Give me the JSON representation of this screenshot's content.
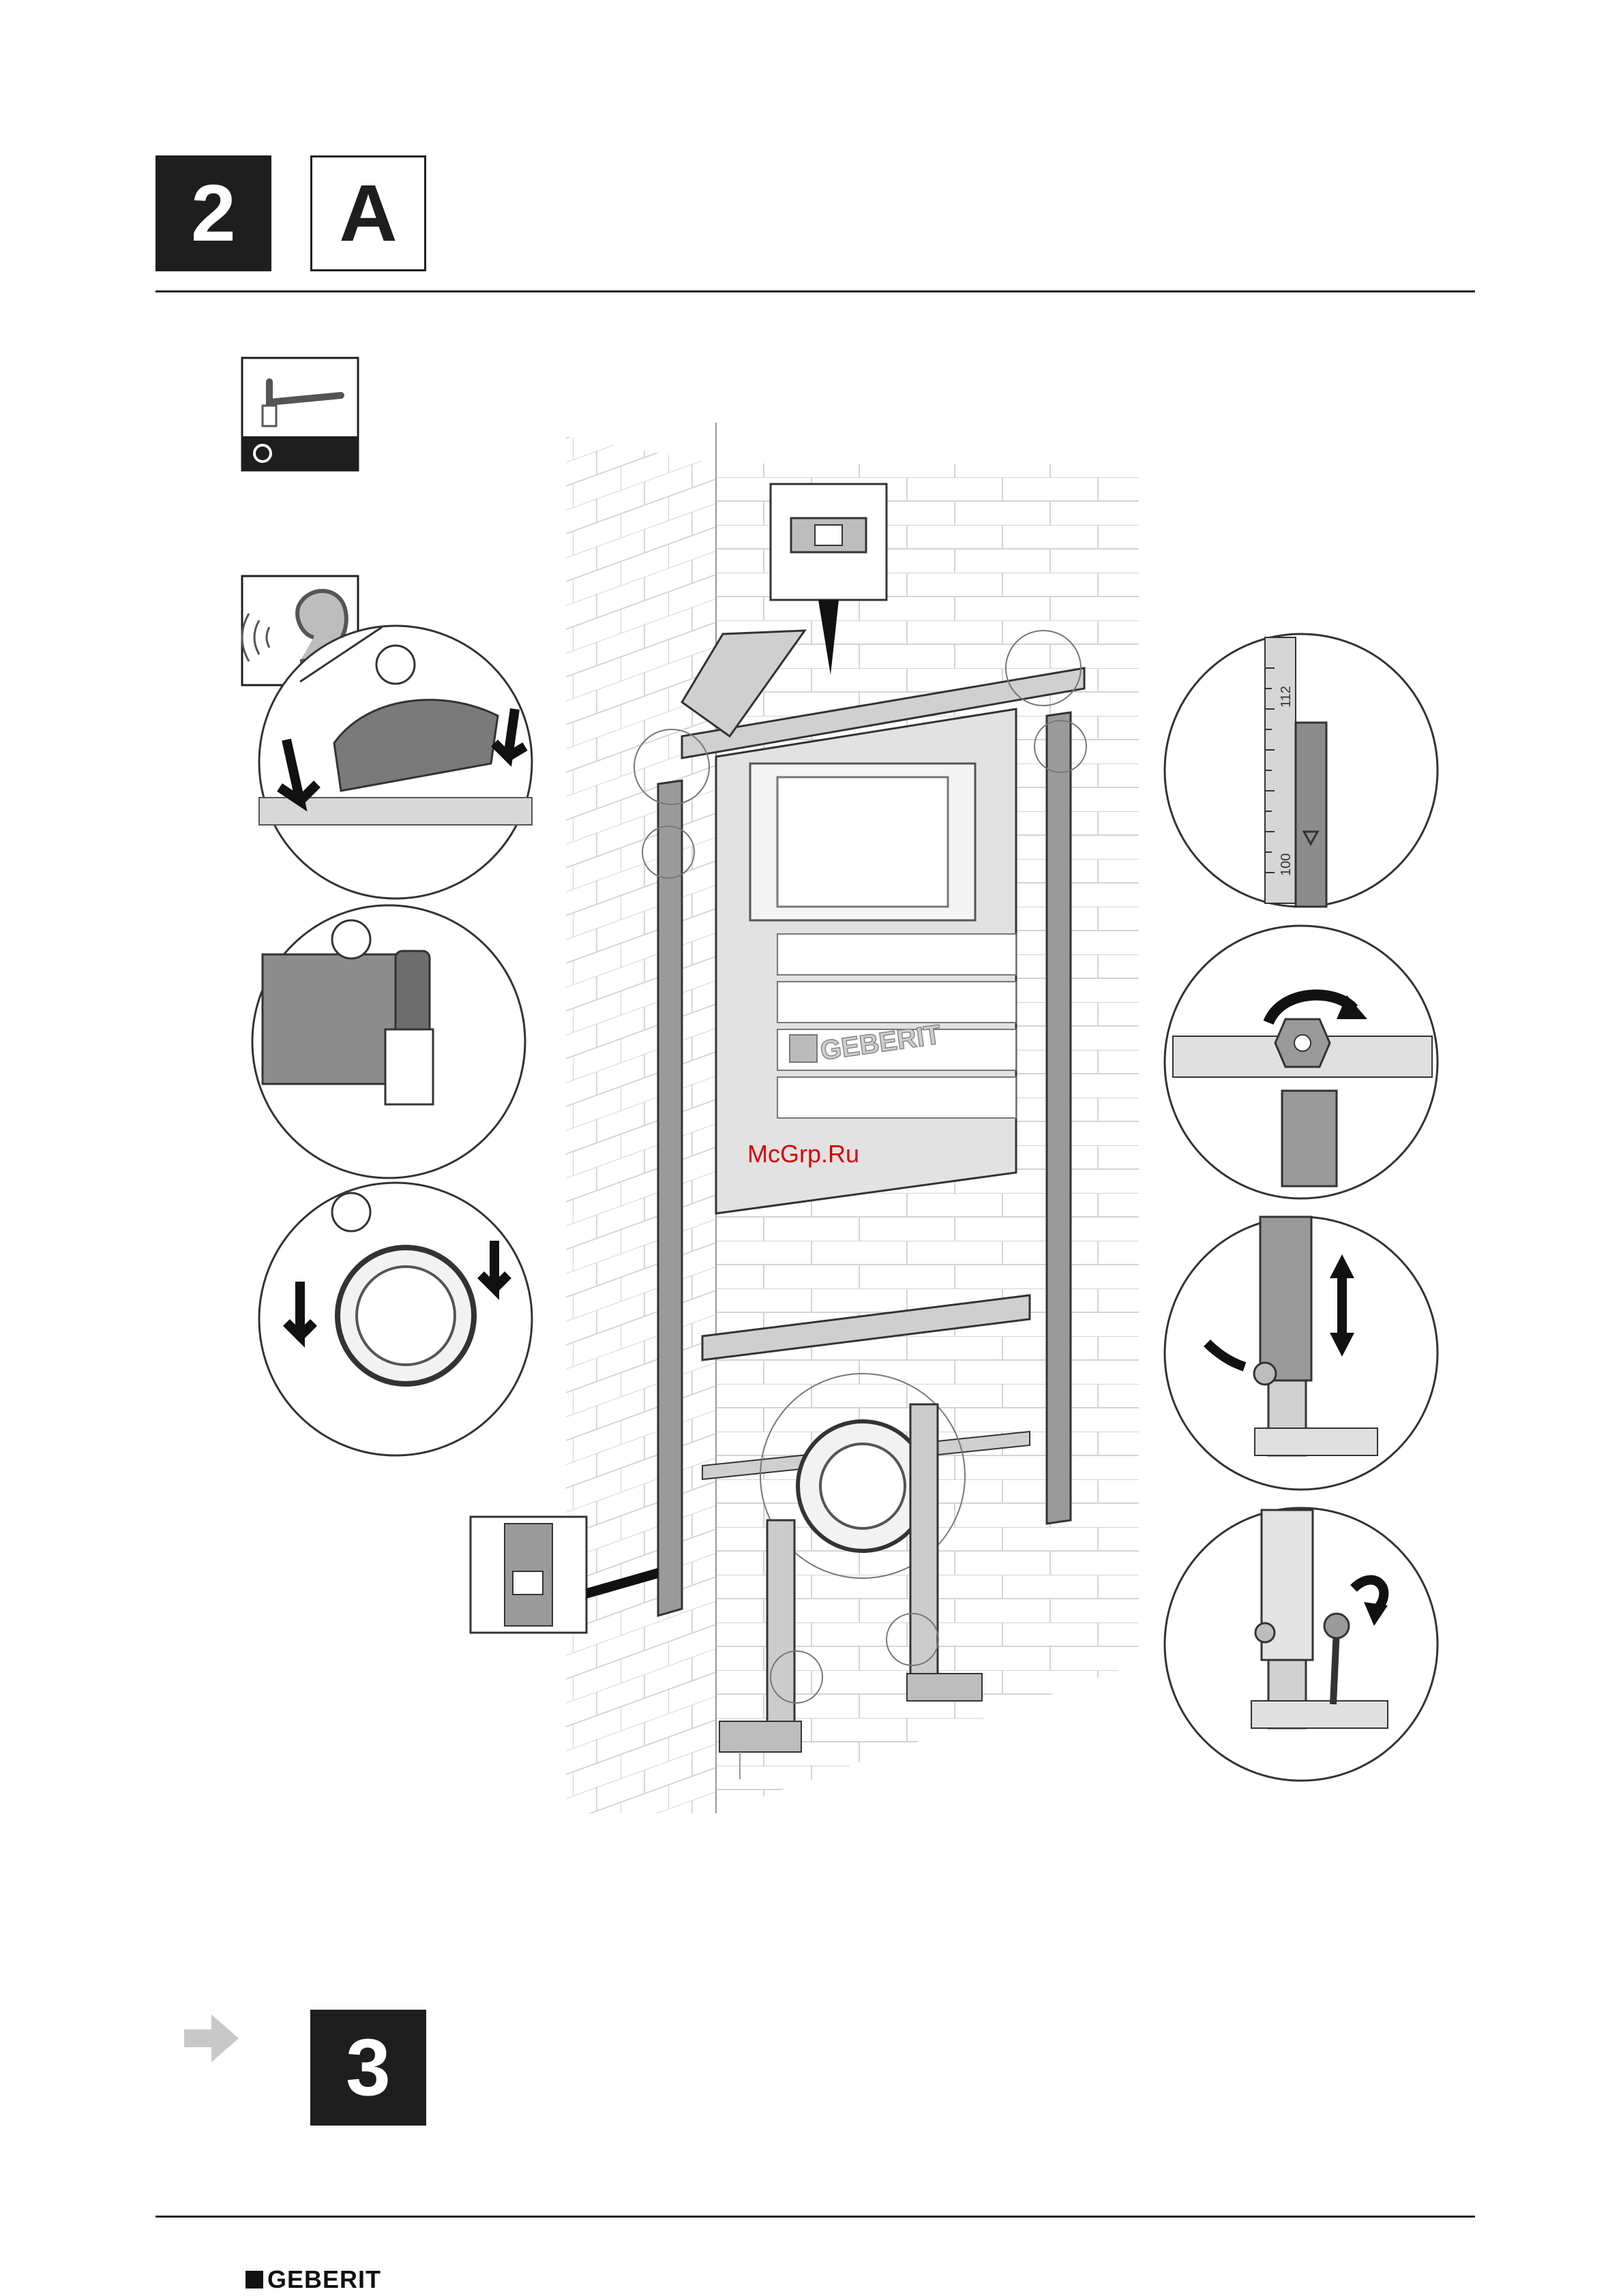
{
  "header": {
    "step_number": "2",
    "variant_letter": "A"
  },
  "illustration": {
    "watermark_text": "McGrp.Ru",
    "frame_brand_text": "GEBERIT",
    "scale_tick_upper": "112",
    "scale_tick_lower": "100",
    "icons": [
      "hex-wrench-tool-icon",
      "listen-ear-icon",
      "spirit-level-icon",
      "level-marker-icon"
    ]
  },
  "footer": {
    "next_step_number": "3",
    "brand_name": "GEBERIT"
  },
  "colors": {
    "dark": "#1e1e1e",
    "line": "#333333",
    "frame_grey": "#9a9a9a",
    "light_grey": "#c8c8c8",
    "watermark_red": "#d80000"
  }
}
